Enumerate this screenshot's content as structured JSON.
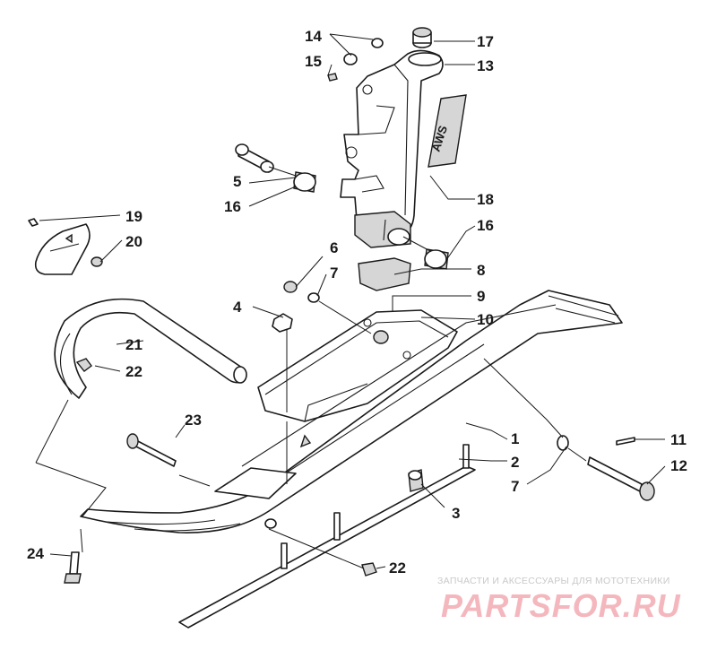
{
  "diagram": {
    "callouts": [
      {
        "id": "c14a",
        "text": "14"
      },
      {
        "id": "c17",
        "text": "17"
      },
      {
        "id": "c15",
        "text": "15"
      },
      {
        "id": "c13",
        "text": "13"
      },
      {
        "id": "c5",
        "text": "5"
      },
      {
        "id": "c16a",
        "text": "16"
      },
      {
        "id": "c18",
        "text": "18"
      },
      {
        "id": "c16b",
        "text": "16"
      },
      {
        "id": "c19",
        "text": "19"
      },
      {
        "id": "c20",
        "text": "20"
      },
      {
        "id": "c6",
        "text": "6"
      },
      {
        "id": "c7a",
        "text": "7"
      },
      {
        "id": "c8",
        "text": "8"
      },
      {
        "id": "c9",
        "text": "9"
      },
      {
        "id": "c4",
        "text": "4"
      },
      {
        "id": "c10",
        "text": "10"
      },
      {
        "id": "c21",
        "text": "21"
      },
      {
        "id": "c22a",
        "text": "22"
      },
      {
        "id": "c23",
        "text": "23"
      },
      {
        "id": "c1",
        "text": "1"
      },
      {
        "id": "c11",
        "text": "11"
      },
      {
        "id": "c2",
        "text": "2"
      },
      {
        "id": "c12",
        "text": "12"
      },
      {
        "id": "c7b",
        "text": "7"
      },
      {
        "id": "c3",
        "text": "3"
      },
      {
        "id": "c24",
        "text": "24"
      },
      {
        "id": "c22b",
        "text": "22"
      }
    ],
    "decal_text": "AWS"
  },
  "watermark": {
    "caption": "ЗАПЧАСТИ И АКСЕССУАРЫ ДЛЯ МОТОТЕХНИКИ",
    "logo": "PARTSFOR.RU",
    "caption_color": "#c9c9c9",
    "logo_color": "#f4b7bd"
  },
  "colors": {
    "line": "#1a1a1a",
    "background": "#ffffff"
  }
}
